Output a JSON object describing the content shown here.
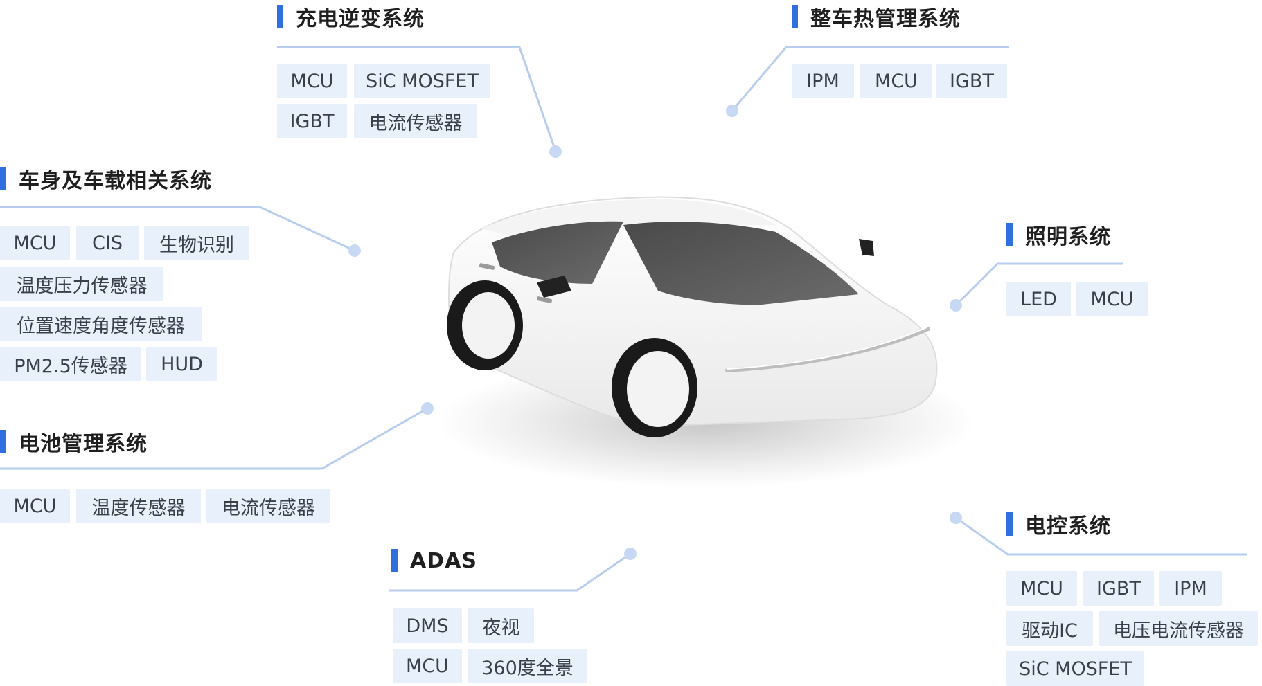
{
  "colors": {
    "accent": "#2f6fe0",
    "chip_bg": "#e8f0fb",
    "line": "#b6cdef"
  },
  "groups": {
    "charging_inverter": {
      "title": "充电逆变系统",
      "chips": [
        "MCU",
        "SiC MOSFET",
        "IGBT",
        "电流传感器"
      ]
    },
    "thermal": {
      "title": "整车热管理系统",
      "chips": [
        "IPM",
        "MCU",
        "IGBT"
      ]
    },
    "body": {
      "title": "车身及车载相关系统",
      "chips": [
        "MCU",
        "CIS",
        "生物识别",
        "温度压力传感器",
        "位置速度角度传感器",
        "PM2.5传感器",
        "HUD"
      ]
    },
    "lighting": {
      "title": "照明系统",
      "chips": [
        "LED",
        "MCU"
      ]
    },
    "battery": {
      "title": "电池管理系统",
      "chips": [
        "MCU",
        "温度传感器",
        "电流传感器"
      ]
    },
    "adas": {
      "title": "ADAS",
      "chips": [
        "DMS",
        "夜视",
        "MCU",
        "360度全景"
      ]
    },
    "ecu": {
      "title": "电控系统",
      "chips": [
        "MCU",
        "IGBT",
        "IPM",
        "驱动IC",
        "电压电流传感器",
        "SiC MOSFET"
      ]
    }
  },
  "car": {
    "icon": "electric-car-image"
  }
}
